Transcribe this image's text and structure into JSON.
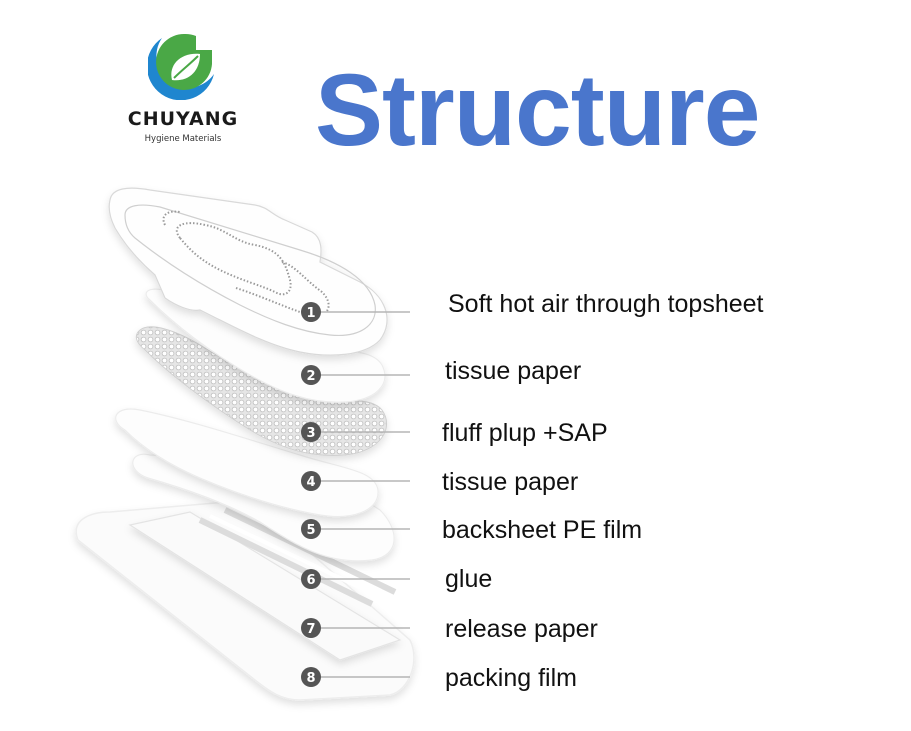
{
  "logo": {
    "name": "CHUYANG",
    "subtitle": "Hygiene Materials",
    "colors": {
      "green": "#4aa846",
      "blue": "#1f86cf"
    }
  },
  "title": "Structure",
  "title_color": "#4a76cc",
  "layers": [
    {
      "number": "1",
      "label": "Soft hot air through topsheet"
    },
    {
      "number": "2",
      "label": "tissue paper"
    },
    {
      "number": "3",
      "label": "fluff plup +SAP"
    },
    {
      "number": "4",
      "label": "tissue paper"
    },
    {
      "number": "5",
      "label": "backsheet PE film"
    },
    {
      "number": "6",
      "label": "glue"
    },
    {
      "number": "7",
      "label": "release paper"
    },
    {
      "number": "8",
      "label": "packing film"
    }
  ],
  "badge_color": "#555555",
  "leader_line_color": "#b5b5b5"
}
